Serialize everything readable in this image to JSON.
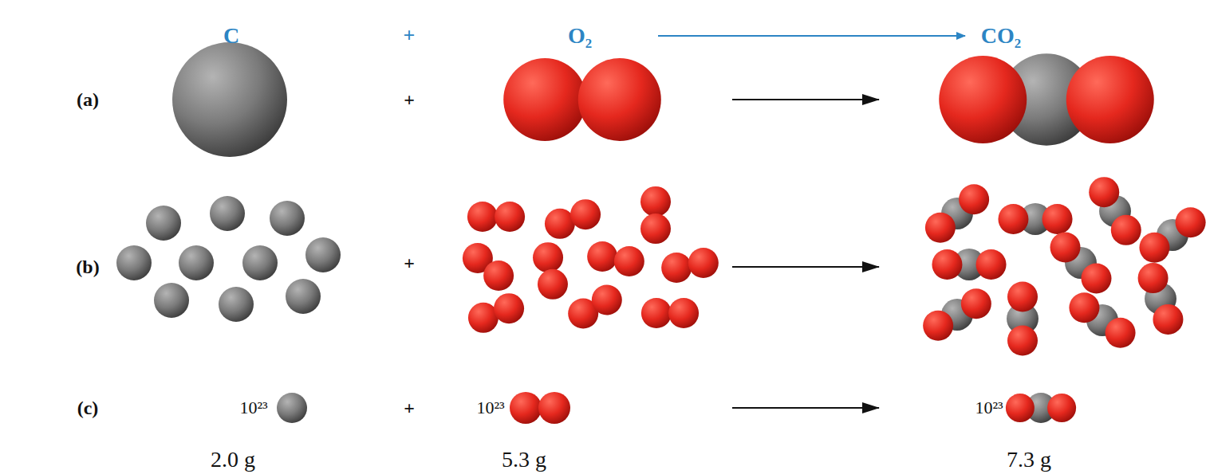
{
  "diagram": {
    "labels": [
      "C",
      "+",
      "O₂",
      "CO₂",
      "(a)",
      "+",
      "(b)",
      "+",
      "(c)",
      "10²³",
      "+",
      "10²³",
      "10²³",
      "2.0 g",
      "5.3 g",
      "7.3 g"
    ]
  }
}
